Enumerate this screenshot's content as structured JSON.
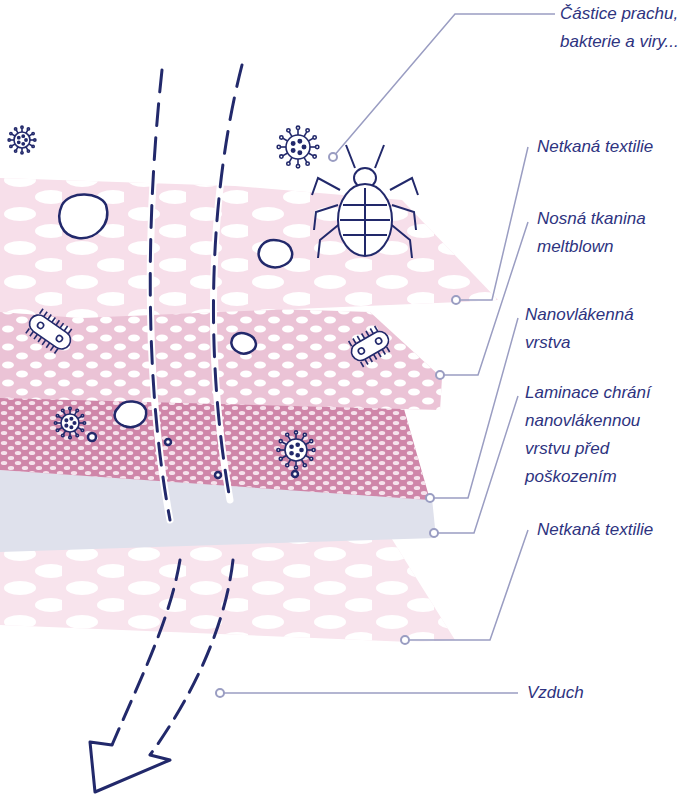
{
  "diagram": {
    "labels": [
      "Částice prachu, bakterie a viry...",
      "Netkaná textilie",
      "Nosná tkanina meltblown",
      "Nanovlákenná vrstva",
      "Laminace chrání nanovlákennou vrstvu před poškozením",
      "Netkaná textilie",
      "Vzduch"
    ]
  }
}
